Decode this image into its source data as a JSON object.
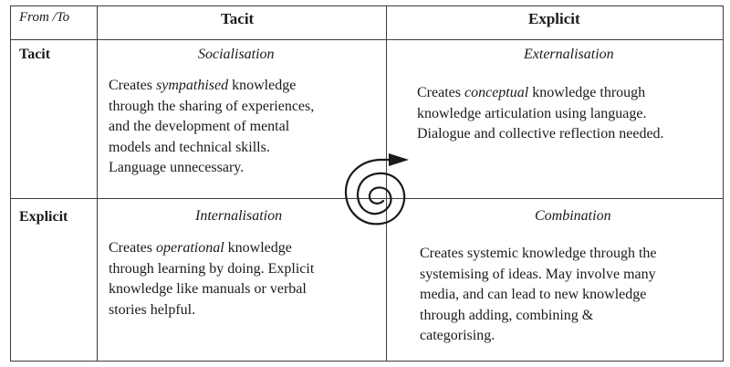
{
  "header": {
    "corner_label": "From /To",
    "col_tacit": "Tacit",
    "col_explicit": "Explicit"
  },
  "rows": {
    "tacit": "Tacit",
    "explicit": "Explicit"
  },
  "socialisation": {
    "title": "Socialisation",
    "line1_pre": "Creates ",
    "line1_em": "sympathised",
    "line1_post": " knowledge",
    "line2": "through the sharing of experiences,",
    "line3": "and the development of mental",
    "line4": "models and technical skills.",
    "line5": "Language unnecessary."
  },
  "externalisation": {
    "title": "Externalisation",
    "line1_pre": "Creates ",
    "line1_em": "conceptual",
    "line1_post": " knowledge through",
    "line2": "knowledge articulation using language.",
    "line3": "Dialogue and collective reflection needed."
  },
  "internalisation": {
    "title": "Internalisation",
    "line1_pre": "Creates ",
    "line1_em": "operational",
    "line1_post": " knowledge",
    "line2": "through learning by doing. Explicit",
    "line3": "knowledge like manuals or verbal",
    "line4": "stories helpful."
  },
  "combination": {
    "title": "Combination",
    "line1": "Creates systemic knowledge through the",
    "line2": "systemising of ideas. May involve many",
    "line3": "media, and can lead to new knowledge",
    "line4": "through adding, combining &",
    "line5": "categorising."
  }
}
